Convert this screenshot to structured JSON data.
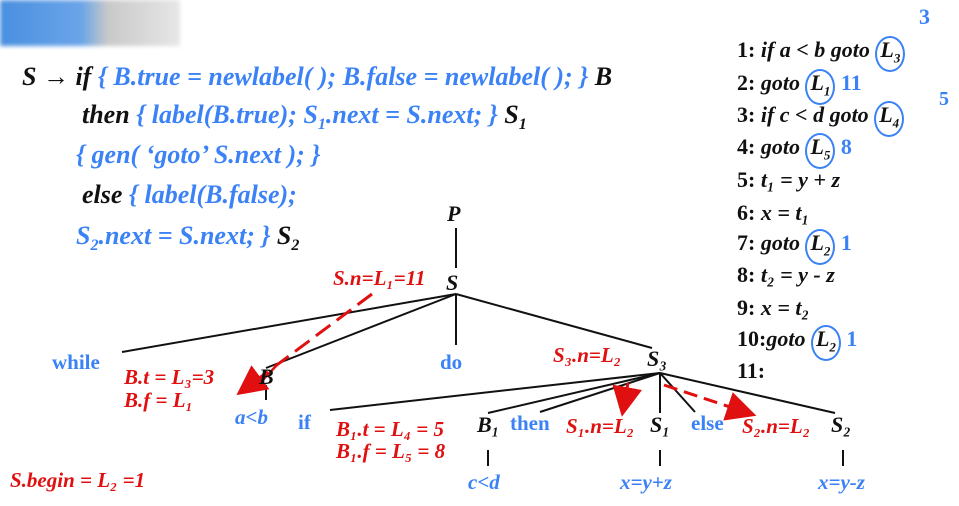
{
  "grammar": {
    "line1": {
      "head": "S → if",
      "action": "{ B.true = newlabel( ); B.false = newlabel( ); }",
      "tail": "B"
    },
    "line2": {
      "keyword": "then",
      "action": "{ label(B.true); S",
      "sub": "1",
      "action2": ".next = S.next; }",
      "tail": "S",
      "tail_sub": "1"
    },
    "line3": {
      "action": "{ gen( ‘goto’ S.next ); }"
    },
    "line4": {
      "keyword": "else",
      "action": "{ label(B.false);"
    },
    "line5": {
      "pre": "S",
      "sub": "2",
      "action": ".next = S.next; }",
      "tail": "S",
      "tail_sub": "2"
    }
  },
  "code": {
    "top_annotation": "3",
    "side_annotation": "5",
    "lines": [
      {
        "num": "1:",
        "text": "if a < b  goto",
        "label": "L",
        "label_sub": "3",
        "note": ""
      },
      {
        "num": "2:",
        "text": "goto",
        "label": "L",
        "label_sub": "1",
        "note": "11"
      },
      {
        "num": "3:",
        "text": "if c < d  goto",
        "label": "L",
        "label_sub": "4",
        "note": ""
      },
      {
        "num": "4:",
        "text": "goto",
        "label": "L",
        "label_sub": "5",
        "note": "8"
      },
      {
        "num": "5:",
        "text": "t",
        "label": "",
        "label_sub": "",
        "note": "",
        "plain": "t₁ = y + z"
      },
      {
        "num": "6:",
        "text": "",
        "label": "",
        "label_sub": "",
        "note": "",
        "plain": "x = t₁"
      },
      {
        "num": "7:",
        "text": "goto",
        "label": "L",
        "label_sub": "2",
        "note": "1"
      },
      {
        "num": "8:",
        "text": "",
        "label": "",
        "label_sub": "",
        "note": "",
        "plain": "t₂ = y - z"
      },
      {
        "num": "9:",
        "text": "",
        "label": "",
        "label_sub": "",
        "note": "",
        "plain": "x = t₂"
      },
      {
        "num": "10:",
        "text": "goto",
        "label": "L",
        "label_sub": "2",
        "note": "1"
      },
      {
        "num": "11:",
        "text": "",
        "label": "",
        "label_sub": "",
        "note": "",
        "plain": ""
      }
    ]
  },
  "tree": {
    "root": "P",
    "s_node": "S",
    "s_annotation": "S.n=L₁=11",
    "while": "while",
    "b_node": "B",
    "b_true": "B.t = L₃=3",
    "b_false": "B.f = L₁",
    "a_lt_b": "a<b",
    "do": "do",
    "s3_node": "S₃",
    "s3_annotation": "S₃.n=L₂",
    "if": "if",
    "b1_true": "B₁.t = L₄ = 5",
    "b1_false": "B₁.f = L₅ = 8",
    "b1_node": "B₁",
    "c_lt_d": "c<d",
    "then": "then",
    "s1_annotation": "S₁.n=L₂",
    "s1_node": "S₁",
    "x_eq_y_plus_z": "x=y+z",
    "else": "else",
    "s2_annotation": "S₂.n=L₂",
    "s2_node": "S₂",
    "x_eq_y_minus_z": "x=y-z",
    "s_begin": "S.begin = L₂ =1"
  },
  "colors": {
    "blue": "#3b82f6",
    "red": "#e01010",
    "black": "#111111"
  }
}
